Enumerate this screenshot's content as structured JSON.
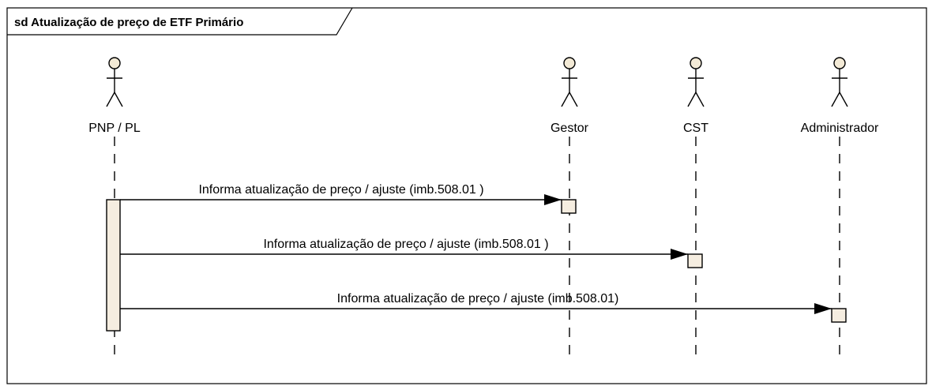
{
  "frame": {
    "title": "sd Atualização de preço de ETF Primário"
  },
  "actors": [
    {
      "id": "pnp",
      "label": "PNP / PL"
    },
    {
      "id": "gestor",
      "label": "Gestor"
    },
    {
      "id": "cst",
      "label": "CST"
    },
    {
      "id": "admin",
      "label": "Administrador"
    }
  ],
  "messages": [
    {
      "from": "PNP / PL",
      "to": "Gestor",
      "label": "Informa atualização de preço / ajuste (imb.508.01 )"
    },
    {
      "from": "PNP / PL",
      "to": "CST",
      "label": "Informa atualização de preço / ajuste (imb.508.01 )"
    },
    {
      "from": "PNP / PL",
      "to": "Administrador",
      "label": "Informa atualização de preço / ajuste (imb.508.01)"
    }
  ],
  "colors": {
    "element_fill": "#f5ede0",
    "line": "#000000",
    "background": "#ffffff"
  }
}
